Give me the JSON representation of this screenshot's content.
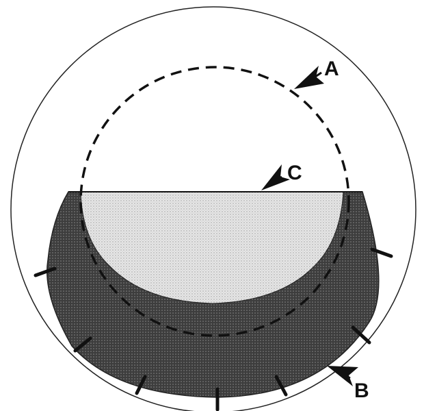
{
  "diagram": {
    "labels": {
      "a": "A",
      "b": "B",
      "c": "C"
    },
    "colors": {
      "outline": "#222222",
      "dark_band": "#3d3d3d",
      "light_fill": "#d2d2d2",
      "background": "#ffffff"
    }
  }
}
